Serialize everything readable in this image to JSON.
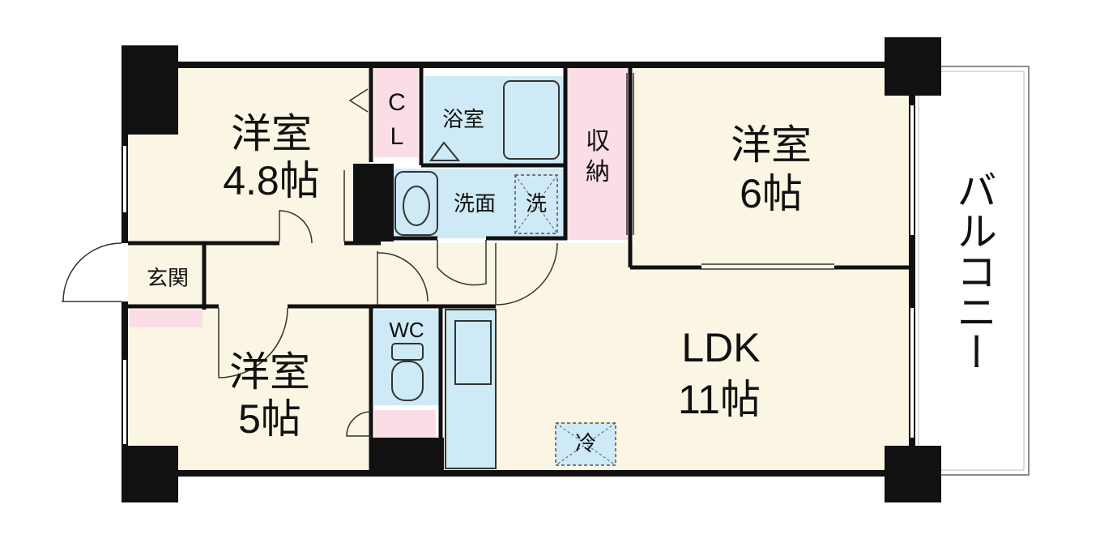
{
  "colors": {
    "room": "#fbf5e3",
    "wet": "#cdeaf6",
    "storage": "#fbdde6",
    "wall": "#111111",
    "balcony_line": "#8c8c8c"
  },
  "rooms": {
    "western_1": {
      "name": "洋室",
      "size": "4.8帖"
    },
    "western_2": {
      "name": "洋室",
      "size": "6帖"
    },
    "western_3": {
      "name": "洋室",
      "size": "5帖"
    },
    "ldk": {
      "name": "LDK",
      "size": "11帖"
    },
    "entrance": {
      "name": "玄関"
    },
    "closet": {
      "line1": "C",
      "line2": "L"
    },
    "bath": {
      "name": "浴室"
    },
    "washroom": {
      "name": "洗面"
    },
    "washer": {
      "name": "洗"
    },
    "storage": {
      "line1": "収",
      "line2": "納"
    },
    "toilet": {
      "name": "WC"
    },
    "fridge": {
      "name": "冷"
    },
    "balcony": {
      "name": "バルコニー"
    }
  }
}
